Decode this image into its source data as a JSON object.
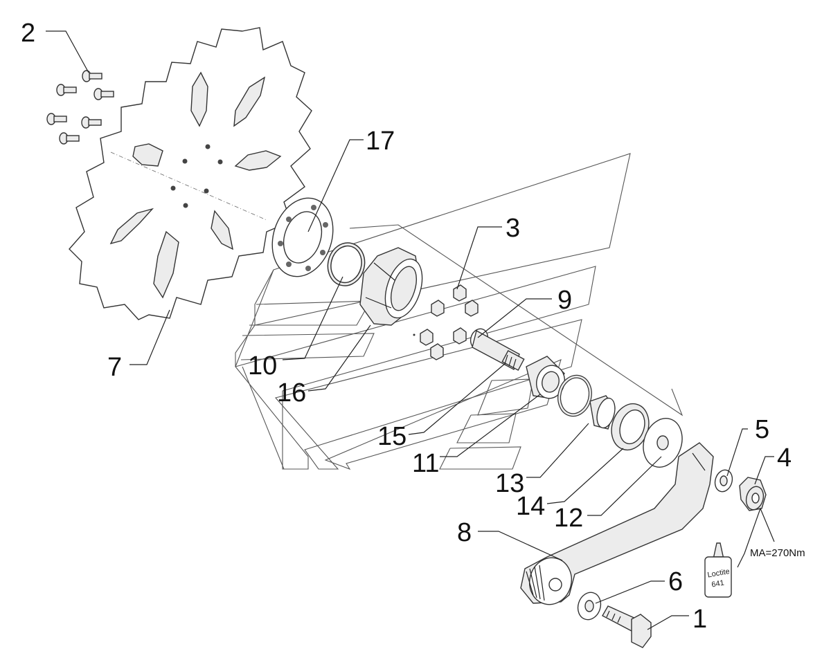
{
  "callouts": {
    "c1": "1",
    "c2": "2",
    "c3": "3",
    "c4": "4",
    "c5": "5",
    "c6": "6",
    "c7": "7",
    "c8": "8",
    "c9": "9",
    "c10": "10",
    "c11": "11",
    "c12": "12",
    "c13": "13",
    "c14": "14",
    "c15": "15",
    "c16": "16",
    "c17": "17"
  },
  "torque_note": "MA=270Nm",
  "loctite": {
    "line1": "Loctite",
    "line2": "641"
  }
}
